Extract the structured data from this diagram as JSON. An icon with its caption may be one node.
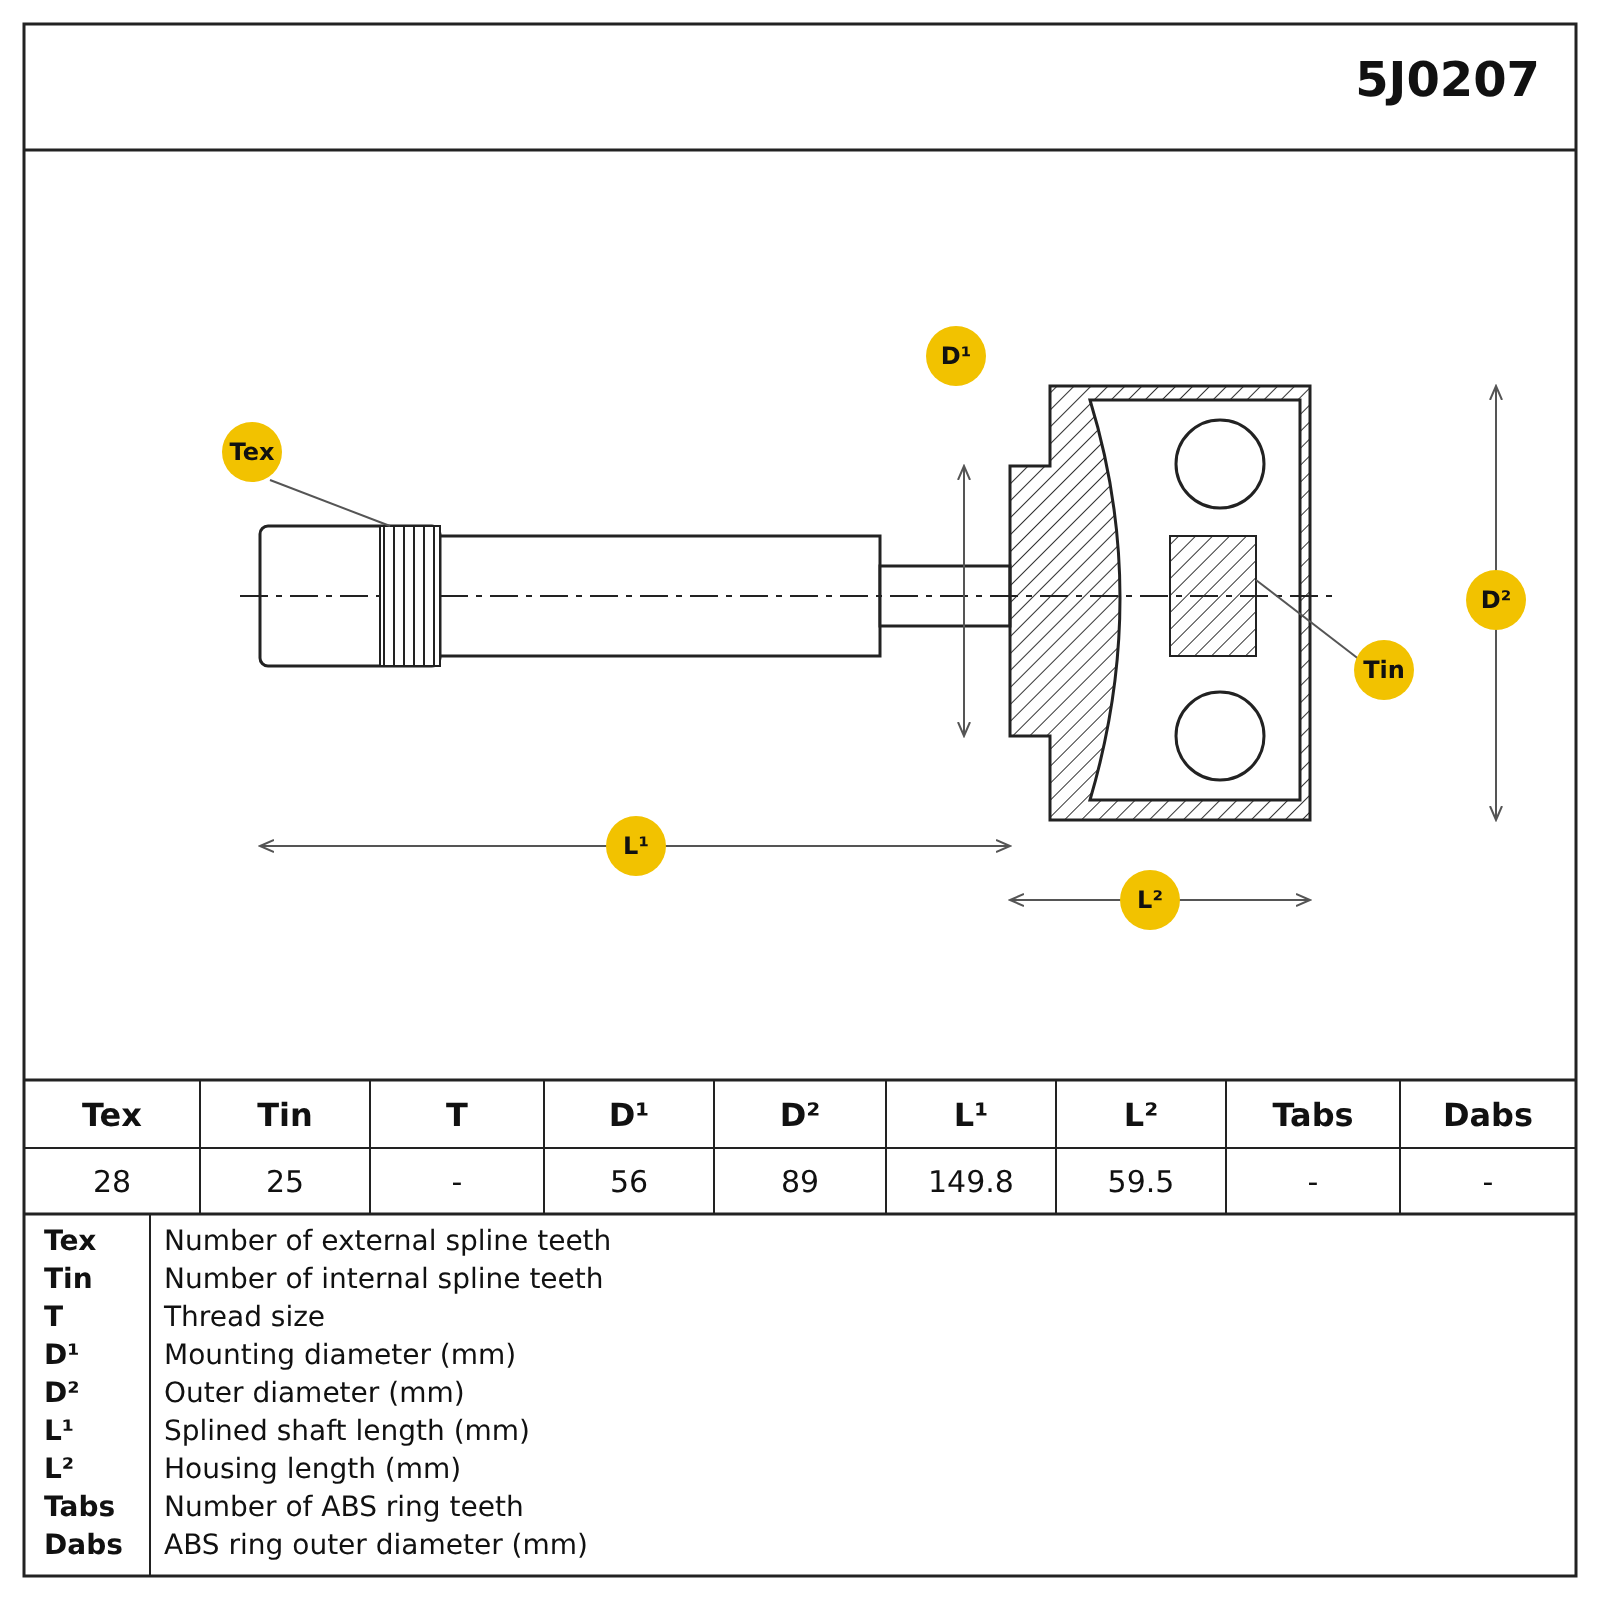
{
  "diagram": {
    "nodes": [
      {
        "text": [
          "Tex"
        ]
      },
      {
        "text": [],
        "shape": "box"
      },
      {
        "text": [
          "Tin"
        ]
      },
      {
        "text": [],
        "shape": "box"
      }
    ],
    "edges": [
      {
        "from": 0,
        "to": 1,
        "arrow": "none"
      },
      {
        "from": 2,
        "to": 3,
        "arrow": "none"
      }
    ],
    "labels": [
      "5J0207",
      "D¹",
      "D²",
      "L¹",
      "L²",
      "Tex",
      "Tin",
      "T",
      "D¹",
      "D²",
      "L¹",
      "L²",
      "Tabs",
      "Dabs",
      "28",
      "25",
      "-",
      "56",
      "89",
      "149.8",
      "59.5",
      "-",
      "-",
      "Tex",
      "Number of external spline teeth",
      "Tin",
      "Number of internal spline teeth",
      "T",
      "Thread size",
      "D¹",
      "Mounting diameter (mm)",
      "D²",
      "Outer diameter (mm)",
      "L¹",
      "Splined shaft length (mm)",
      "L²",
      "Housing length (mm)",
      "Tabs",
      "Number of ABS ring teeth",
      "Dabs",
      "ABS ring outer diameter (mm)"
    ]
  }
}
